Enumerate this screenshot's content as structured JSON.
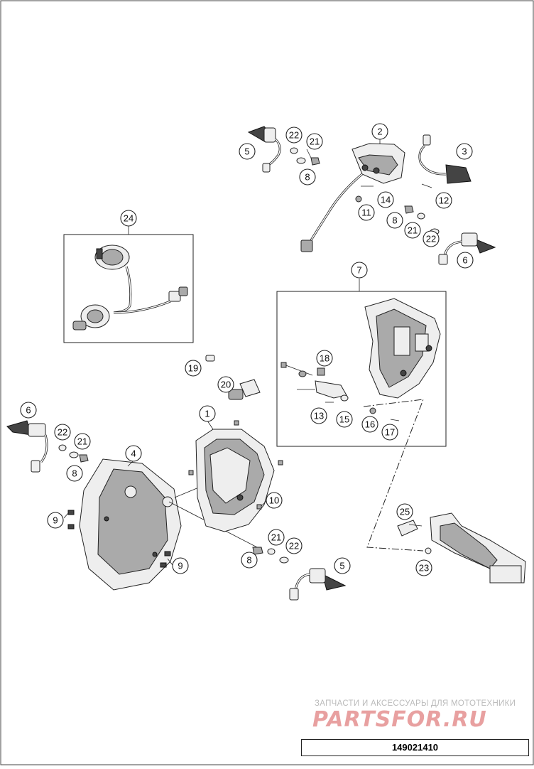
{
  "diagram": {
    "callouts": [
      {
        "id": "c1",
        "label": "1"
      },
      {
        "id": "c2",
        "label": "2"
      },
      {
        "id": "c3",
        "label": "3"
      },
      {
        "id": "c4",
        "label": "4"
      },
      {
        "id": "c5a",
        "label": "5"
      },
      {
        "id": "c5b",
        "label": "5"
      },
      {
        "id": "c6a",
        "label": "6"
      },
      {
        "id": "c6b",
        "label": "6"
      },
      {
        "id": "c7",
        "label": "7"
      },
      {
        "id": "c8a",
        "label": "8"
      },
      {
        "id": "c8b",
        "label": "8"
      },
      {
        "id": "c8c",
        "label": "8"
      },
      {
        "id": "c8d",
        "label": "8"
      },
      {
        "id": "c9a",
        "label": "9"
      },
      {
        "id": "c9b",
        "label": "9"
      },
      {
        "id": "c10",
        "label": "10"
      },
      {
        "id": "c11",
        "label": "11"
      },
      {
        "id": "c12",
        "label": "12"
      },
      {
        "id": "c13",
        "label": "13"
      },
      {
        "id": "c14",
        "label": "14"
      },
      {
        "id": "c15",
        "label": "15"
      },
      {
        "id": "c16",
        "label": "16"
      },
      {
        "id": "c17",
        "label": "17"
      },
      {
        "id": "c18",
        "label": "18"
      },
      {
        "id": "c19",
        "label": "19"
      },
      {
        "id": "c20",
        "label": "20"
      },
      {
        "id": "c21a",
        "label": "21"
      },
      {
        "id": "c21b",
        "label": "21"
      },
      {
        "id": "c21c",
        "label": "21"
      },
      {
        "id": "c21d",
        "label": "21"
      },
      {
        "id": "c22a",
        "label": "22"
      },
      {
        "id": "c22b",
        "label": "22"
      },
      {
        "id": "c22c",
        "label": "22"
      },
      {
        "id": "c22d",
        "label": "22"
      },
      {
        "id": "c23",
        "label": "23"
      },
      {
        "id": "c24",
        "label": "24"
      },
      {
        "id": "c25",
        "label": "25"
      }
    ]
  },
  "watermark": {
    "tagline": "ЗАПЧАСТИ И АКСЕССУАРЫ ДЛЯ МОТОТЕХНИКИ",
    "logo": "PARTSFOR.RU"
  },
  "reference_number": "149021410"
}
